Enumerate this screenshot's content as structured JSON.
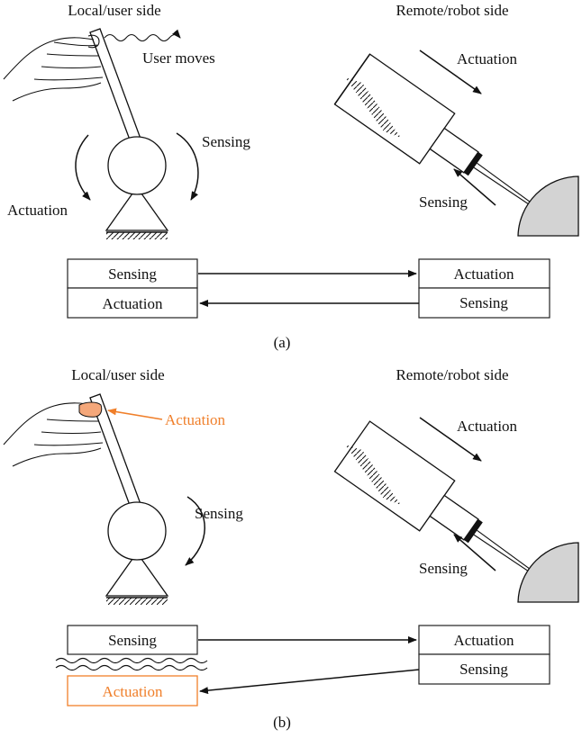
{
  "panel_a": {
    "local_title": "Local/user side",
    "remote_title": "Remote/robot side",
    "user_moves": "User moves",
    "sensing_local": "Sensing",
    "actuation_local": "Actuation",
    "actuation_remote": "Actuation",
    "sensing_remote": "Sensing",
    "local_box_top": "Sensing",
    "local_box_bottom": "Actuation",
    "remote_box_top": "Actuation",
    "remote_box_bottom": "Sensing",
    "caption": "(a)"
  },
  "panel_b": {
    "local_title": "Local/user side",
    "remote_title": "Remote/robot side",
    "finger_actuation": "Actuation",
    "sensing_local": "Sensing",
    "actuation_remote": "Actuation",
    "sensing_remote": "Sensing",
    "local_box_top": "Sensing",
    "local_box_bottom": "Actuation",
    "remote_box_top": "Actuation",
    "remote_box_bottom": "Sensing",
    "caption": "(b)"
  },
  "colors": {
    "highlight": "#f07f2a",
    "finger_tip": "#f4a77a",
    "target_fill": "#d3d3d3"
  }
}
